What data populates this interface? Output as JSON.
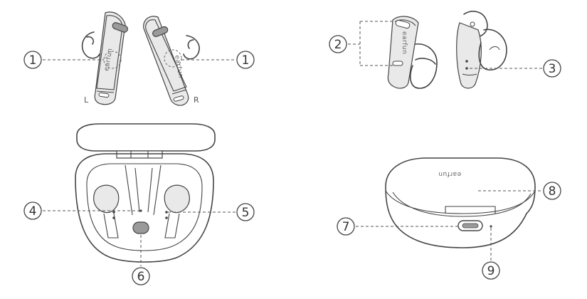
{
  "diagram": {
    "brand_text": "earfun",
    "side_labels": {
      "left": "L",
      "right": "R"
    },
    "callouts": {
      "c1_left": "1",
      "c1_right": "1",
      "c2": "2",
      "c3": "3",
      "c4": "4",
      "c5": "5",
      "c6": "6",
      "c7": "7",
      "c8": "8",
      "c9": "9"
    }
  }
}
